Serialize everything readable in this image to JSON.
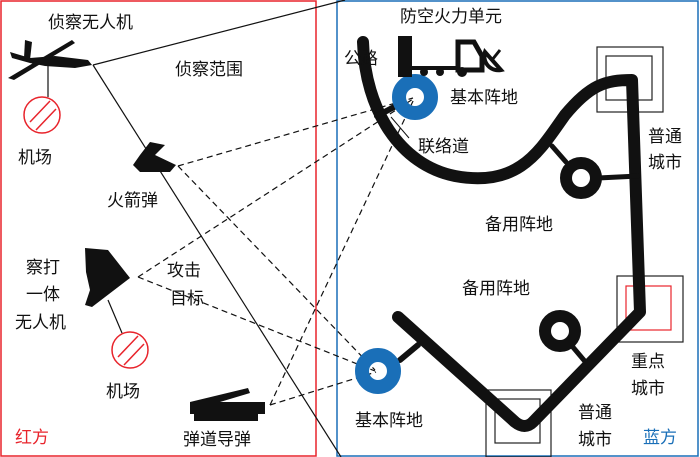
{
  "red_side": {
    "label": "红方",
    "recon_uav": "侦察无人机",
    "recon_range": "侦察范围",
    "airport_1": "机场",
    "rocket": "火箭弹",
    "strike_uav_lines": [
      "察打",
      "一体",
      "无人机"
    ],
    "attack_target_lines": [
      "攻击",
      "目标"
    ],
    "airport_2": "机场",
    "ballistic_missile": "弹道导弹"
  },
  "blue_side": {
    "label": "蓝方",
    "air_defense_unit": "防空火力单元",
    "road": "公路",
    "main_base_1": "基本阵地",
    "link_road": "联络道",
    "city_1_lines": [
      "普通",
      "城市"
    ],
    "backup_base_1": "备用阵地",
    "backup_base_2": "备用阵地",
    "key_city_lines": [
      "重点",
      "城市"
    ],
    "city_2_lines": [
      "普通",
      "城市"
    ],
    "main_base_2": "基本阵地"
  },
  "colors": {
    "red": "#e8242c",
    "blue": "#1a6fb8",
    "black": "#111111"
  }
}
